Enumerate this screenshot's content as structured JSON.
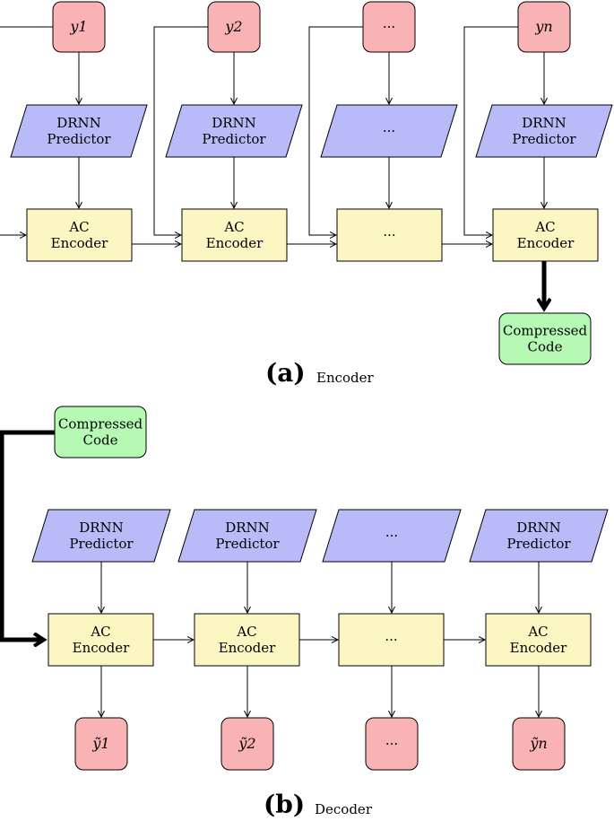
{
  "colors": {
    "input_fill": "#f9b3b5",
    "predictor_fill": "#b9bbf8",
    "encoder_fill": "#fcf6c3",
    "code_fill": "#b5f9b4",
    "stroke": "#000000"
  },
  "encoder_panel": {
    "inputs": [
      "y1",
      "y2",
      "···",
      "yn"
    ],
    "predictors": [
      [
        "DRNN",
        "Predictor"
      ],
      [
        "DRNN",
        "Predictor"
      ],
      [
        "···"
      ],
      [
        "DRNN",
        "Predictor"
      ]
    ],
    "encoders": [
      [
        "AC",
        "Encoder"
      ],
      [
        "AC",
        "Encoder"
      ],
      [
        "···"
      ],
      [
        "AC",
        "Encoder"
      ]
    ],
    "output": [
      "Compressed",
      "Code"
    ],
    "caption_letter": "(a)",
    "caption_text": "Encoder"
  },
  "decoder_panel": {
    "input": [
      "Compressed",
      "Code"
    ],
    "predictors": [
      [
        "DRNN",
        "Predictor"
      ],
      [
        "DRNN",
        "Predictor"
      ],
      [
        "···"
      ],
      [
        "DRNN",
        "Predictor"
      ]
    ],
    "encoders": [
      [
        "AC",
        "Encoder"
      ],
      [
        "AC",
        "Encoder"
      ],
      [
        "···"
      ],
      [
        "AC",
        "Encoder"
      ]
    ],
    "outputs": [
      "ỹ1",
      "ỹ2",
      "···",
      "ỹn"
    ],
    "caption_letter": "(b)",
    "caption_text": "Decoder"
  }
}
